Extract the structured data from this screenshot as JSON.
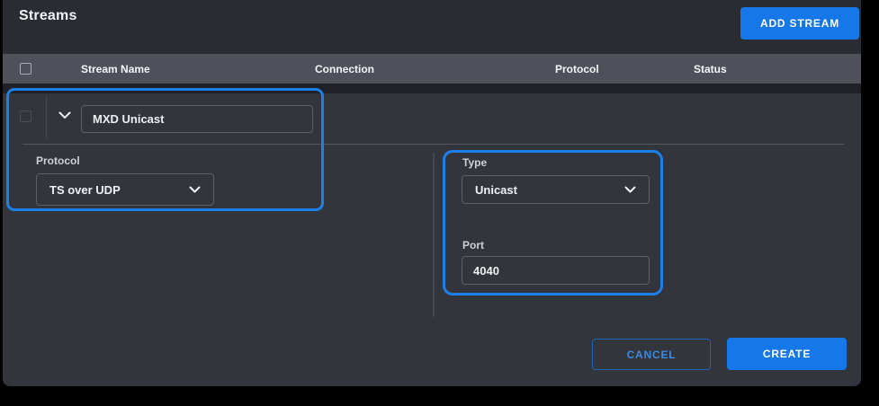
{
  "page": {
    "title": "Streams"
  },
  "colors": {
    "accent": "#1677e8",
    "highlight_border": "#1d80e8",
    "header_bar": "#4e515a",
    "panel_bg": "#33353d"
  },
  "toolbar": {
    "add_stream_label": "ADD STREAM"
  },
  "table": {
    "headers": [
      "Stream Name",
      "Connection",
      "Protocol",
      "Status"
    ]
  },
  "stream_form": {
    "name_value": "MXD Unicast",
    "protocol_label": "Protocol",
    "protocol_value": "TS over UDP",
    "type_label": "Type",
    "type_value": "Unicast",
    "port_label": "Port",
    "port_value": "4040"
  },
  "actions": {
    "cancel_label": "CANCEL",
    "create_label": "CREATE"
  }
}
